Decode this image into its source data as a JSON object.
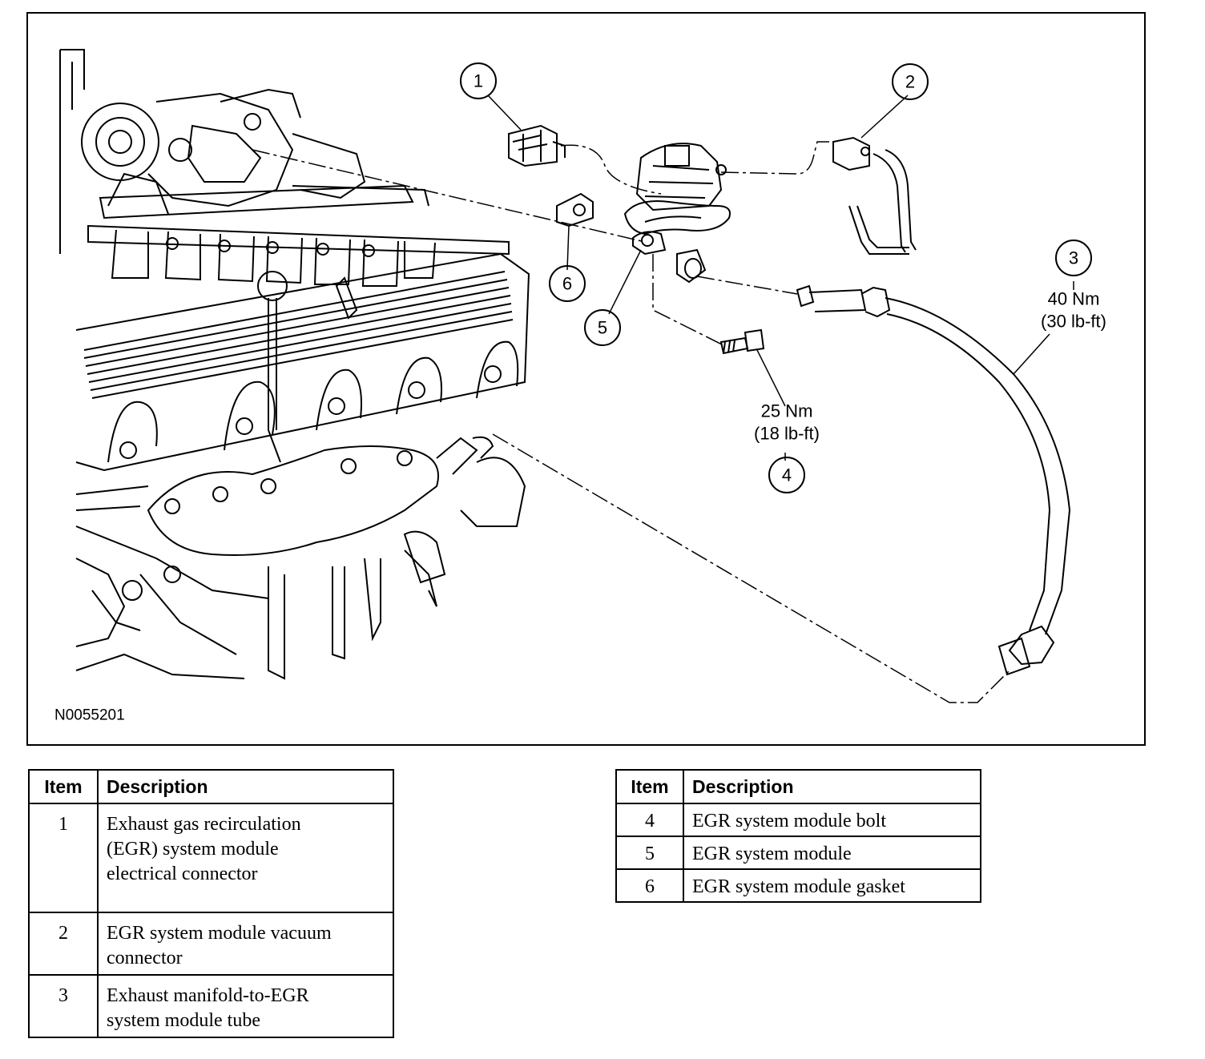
{
  "figure": {
    "code": "N0055201",
    "callouts": [
      {
        "number": "1"
      },
      {
        "number": "2"
      },
      {
        "number": "3",
        "torque_nm": "40 Nm",
        "torque_lbft": "(30 lb-ft)"
      },
      {
        "number": "4",
        "torque_nm": "25 Nm",
        "torque_lbft": "(18 lb-ft)"
      },
      {
        "number": "5"
      },
      {
        "number": "6"
      }
    ]
  },
  "legend": {
    "header_item": "Item",
    "header_description": "Description",
    "rows": [
      {
        "item": "1",
        "lines": [
          "Exhaust gas recirculation",
          "(EGR) system module",
          "electrical connector"
        ]
      },
      {
        "item": "2",
        "lines": [
          "EGR system module vacuum",
          "connector"
        ]
      },
      {
        "item": "3",
        "lines": [
          "Exhaust manifold-to-EGR",
          "system module tube"
        ]
      },
      {
        "item": "4",
        "lines": [
          "EGR system module bolt"
        ]
      },
      {
        "item": "5",
        "lines": [
          "EGR system module"
        ]
      },
      {
        "item": "6",
        "lines": [
          "EGR system module gasket"
        ]
      }
    ]
  }
}
